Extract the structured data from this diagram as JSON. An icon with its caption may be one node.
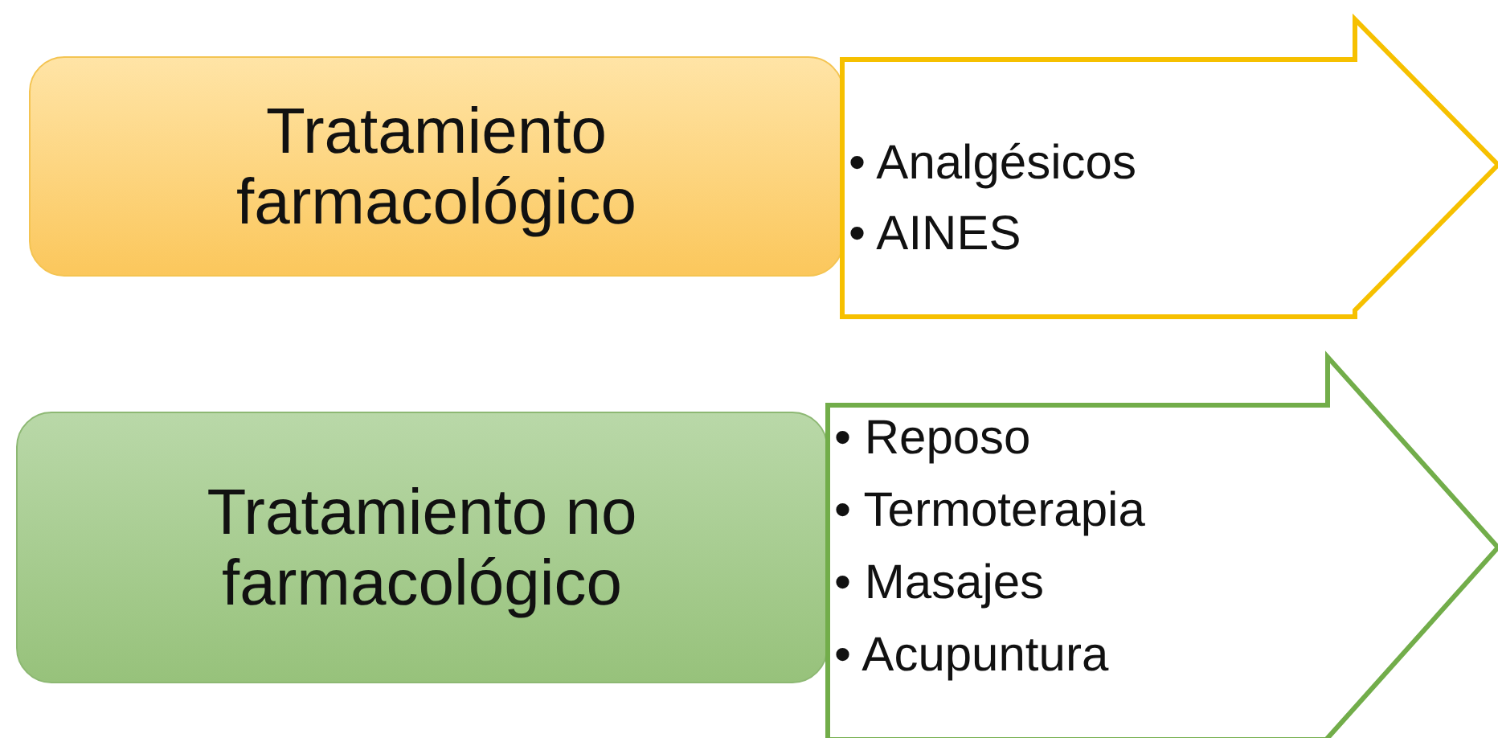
{
  "diagram": {
    "nodes": [
      {
        "text": [
          "Tratamiento farmacológico"
        ]
      },
      {
        "text": [
          "• Analgésicos",
          "• AINES"
        ]
      },
      {
        "text": [
          "Tratamiento no farmacológico"
        ]
      },
      {
        "text": [
          "• Reposo",
          "• Termoterapia",
          "• Masajes",
          "• Acupuntura"
        ]
      }
    ]
  }
}
